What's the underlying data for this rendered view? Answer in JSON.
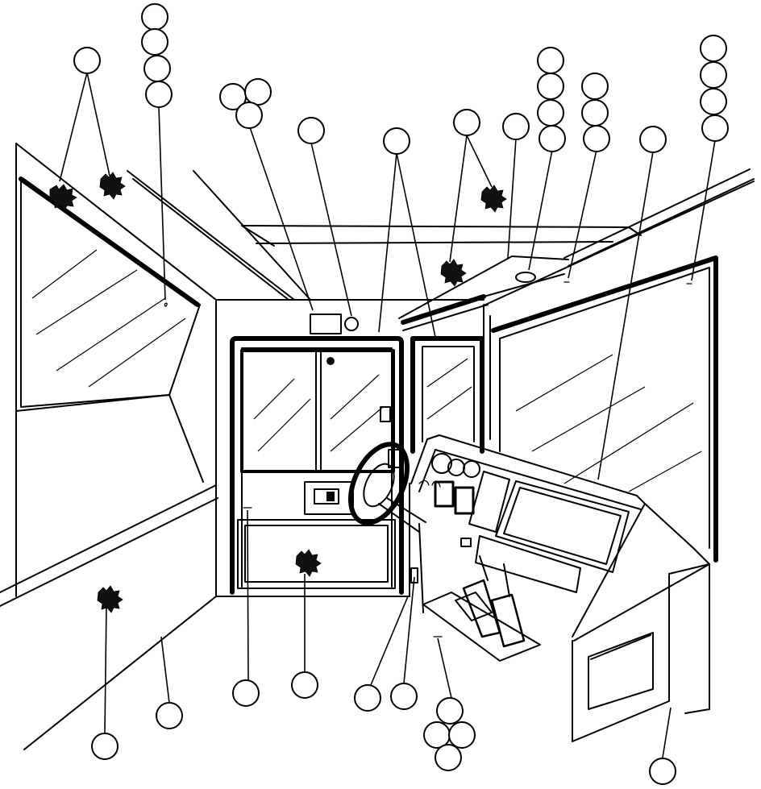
{
  "figure": {
    "background_color": "#ffffff",
    "line_color": "#000000",
    "callout_count": 38,
    "adhesive_marker_count": 6,
    "icons": [
      "callout-circle",
      "adhesive-splat-icon",
      "leader-arrow"
    ]
  }
}
